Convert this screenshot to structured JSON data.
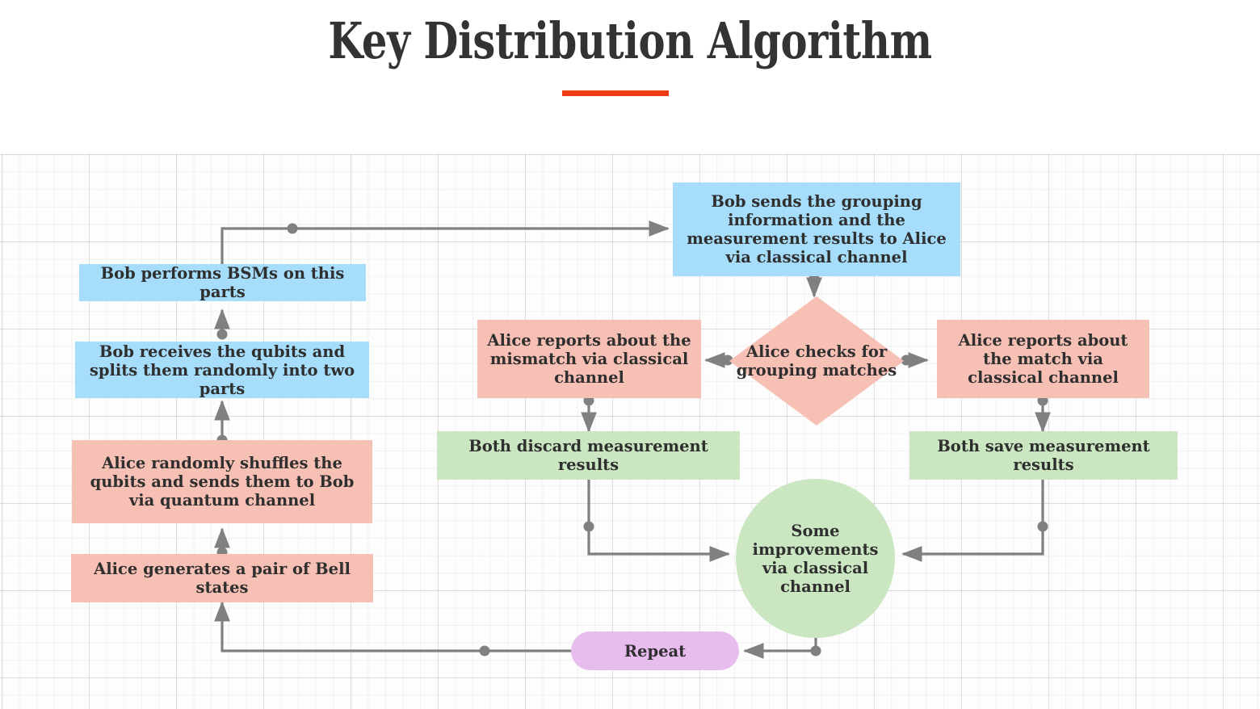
{
  "header": {
    "title": "Key Distribution Algorithm",
    "accent_color": "#f03c13"
  },
  "palette": {
    "blue": "#a6ddfb",
    "pink": "#f7c0b5",
    "green": "#cbe7c2",
    "purple": "#e6bdec",
    "edge": "#808080",
    "text": "#2f2f2f"
  },
  "flowchart": {
    "type": "flowchart",
    "nodes": [
      {
        "id": "bell",
        "label": "Alice generates a pair of Bell states",
        "shape": "rect",
        "color": "pink"
      },
      {
        "id": "shuffle",
        "label": "Alice randomly shuffles the qubits and sends them to Bob via quantum channel",
        "shape": "rect",
        "color": "pink"
      },
      {
        "id": "receives",
        "label": "Bob receives the qubits and splits them randomly into two parts",
        "shape": "rect",
        "color": "blue"
      },
      {
        "id": "bsm",
        "label": "Bob performs BSMs on this parts",
        "shape": "rect",
        "color": "blue"
      },
      {
        "id": "sends",
        "label": "Bob sends the grouping information and the measurement results to Alice via classical channel",
        "shape": "rect",
        "color": "blue"
      },
      {
        "id": "checks",
        "label": "Alice checks for grouping matches",
        "shape": "diamond",
        "color": "pink"
      },
      {
        "id": "mismatch",
        "label": "Alice reports about the mismatch via classical channel",
        "shape": "rect",
        "color": "pink"
      },
      {
        "id": "match",
        "label": "Alice reports about the match via classical channel",
        "shape": "rect",
        "color": "pink"
      },
      {
        "id": "discard",
        "label": "Both discard measurement results",
        "shape": "rect",
        "color": "green"
      },
      {
        "id": "save",
        "label": "Both save measurement results",
        "shape": "rect",
        "color": "green"
      },
      {
        "id": "improve",
        "label": "Some improvements via classical channel",
        "shape": "circle",
        "color": "green"
      },
      {
        "id": "repeat",
        "label": "Repeat",
        "shape": "pill",
        "color": "purple"
      }
    ],
    "edges": [
      {
        "from": "bell",
        "to": "shuffle"
      },
      {
        "from": "shuffle",
        "to": "receives"
      },
      {
        "from": "receives",
        "to": "bsm"
      },
      {
        "from": "bsm",
        "to": "sends"
      },
      {
        "from": "sends",
        "to": "checks"
      },
      {
        "from": "checks",
        "to": "mismatch"
      },
      {
        "from": "checks",
        "to": "match"
      },
      {
        "from": "mismatch",
        "to": "discard"
      },
      {
        "from": "match",
        "to": "save"
      },
      {
        "from": "discard",
        "to": "improve"
      },
      {
        "from": "save",
        "to": "improve"
      },
      {
        "from": "improve",
        "to": "repeat"
      },
      {
        "from": "repeat",
        "to": "bell"
      }
    ]
  }
}
